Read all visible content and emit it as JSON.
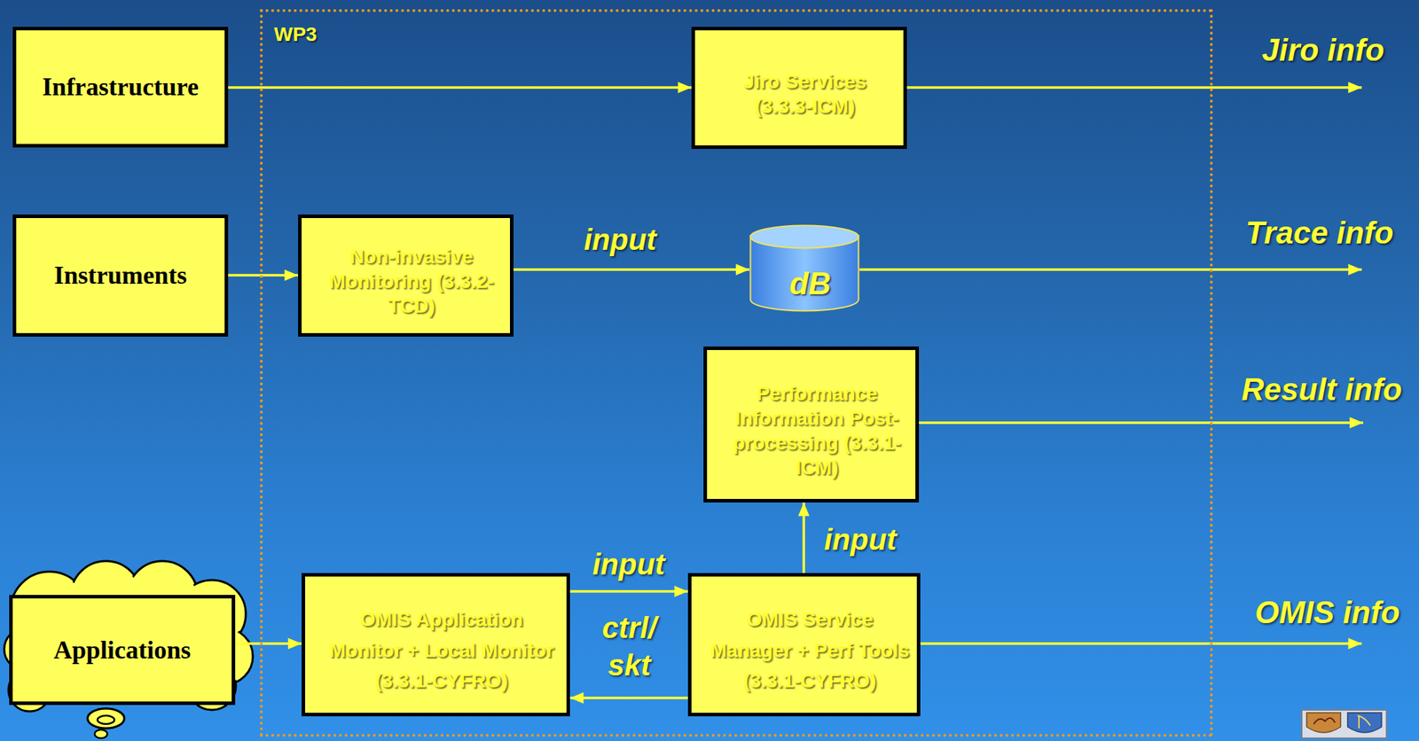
{
  "diagram": {
    "nodes": [
      {
        "text": [
          "Infrastructure"
        ]
      },
      {
        "text": [
          "WP3"
        ]
      },
      {
        "text": [
          "Jiro Services (3.3.3-ICM)"
        ],
        "in": 1
      },
      {
        "text": [
          "Instruments"
        ]
      },
      {
        "text": [
          "Non-invasive Monitoring (3.3.2-TCD)"
        ],
        "in": 1
      },
      {
        "text": [
          "dB"
        ],
        "in": 1
      },
      {
        "text": [
          "Performance Information Post-processing (3.3.1-ICM)"
        ],
        "in": 1
      },
      {
        "text": [
          "Applications"
        ]
      },
      {
        "text": [
          "OMIS Application Monitor + Local Monitor (3.3.1-CYFRO)"
        ],
        "in": 1
      },
      {
        "text": [
          "OMIS Service Manager + Perf Tools (3.3.1-CYFRO)"
        ],
        "in": 1
      }
    ],
    "edges": [
      {
        "from": 0,
        "to": 2,
        "arrow": "to"
      },
      {
        "from": 3,
        "to": 4,
        "arrow": "to"
      },
      {
        "from": 4,
        "to": 5,
        "label": "input",
        "arrow": "to"
      },
      {
        "from": 7,
        "to": 8,
        "arrow": "to"
      },
      {
        "from": 8,
        "to": 9,
        "label": "input",
        "arrow": "to"
      },
      {
        "from": 9,
        "to": 8,
        "label": "ctrl/ skt",
        "arrow": "to"
      },
      {
        "from": 9,
        "to": 6,
        "label": "input",
        "arrow": "to"
      }
    ],
    "labels": [
      "Jiro info",
      "Trace info",
      "Result info",
      "OMIS info"
    ]
  }
}
